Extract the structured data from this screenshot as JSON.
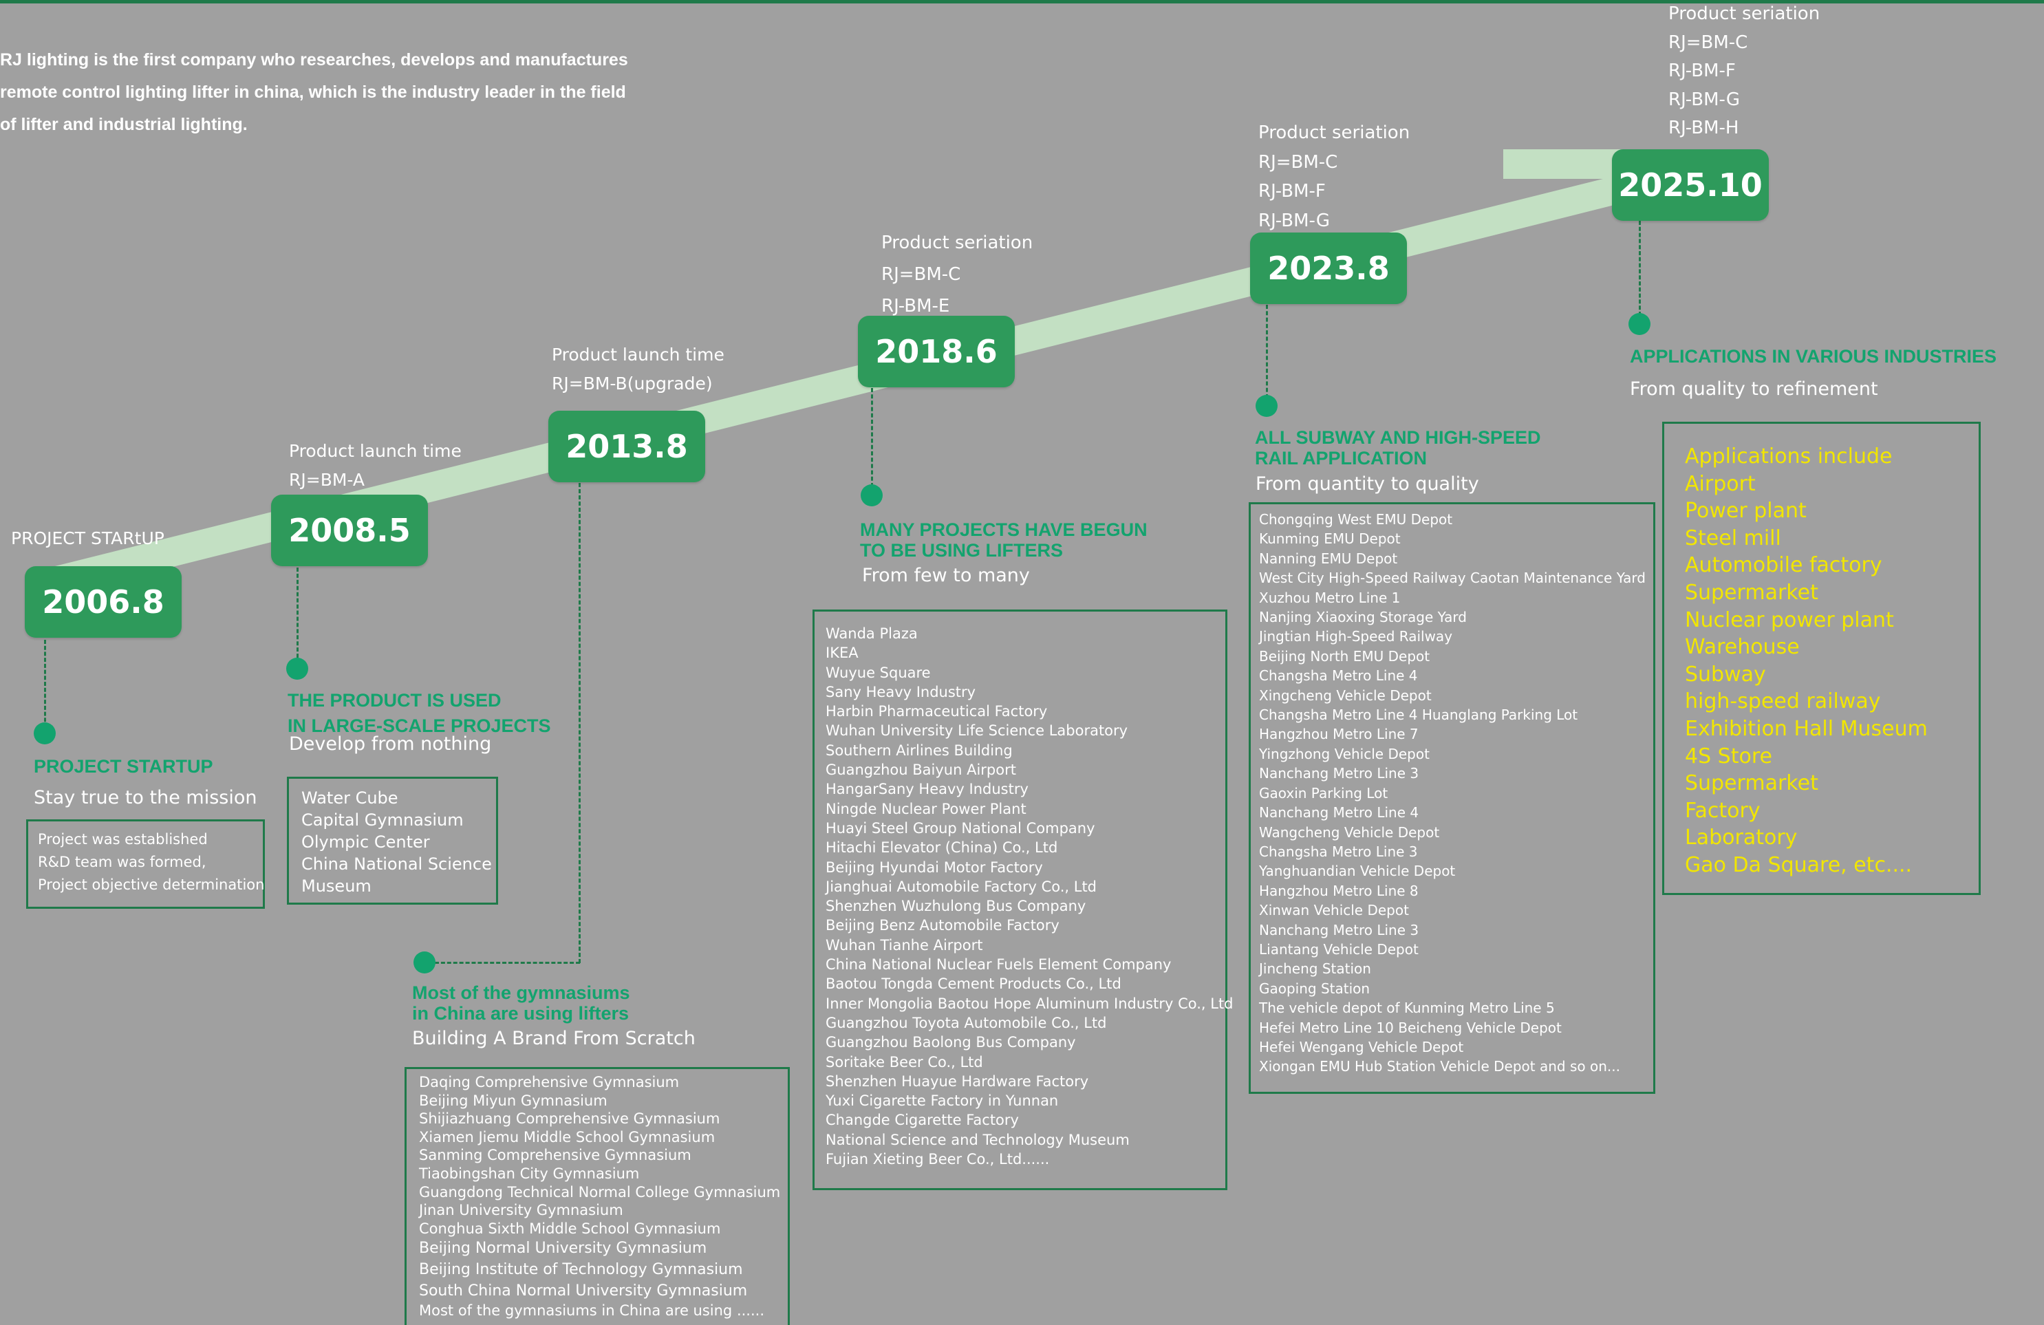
{
  "intro": [
    "RJ lighting is the first company who researches, develops and manufactures",
    "remote  control lighting lifter in china, which is the industry leader in the field",
    "of lifter and industrial lighting."
  ],
  "years": [
    "2006.8",
    "2008.5",
    "2013.8",
    "2018.6",
    "2023.8",
    "2025.10"
  ],
  "y2006": {
    "label": "PROJECT STARtUP",
    "heading": [
      "PROJECT STARTUP"
    ],
    "sub": "Stay true to the mission",
    "items": [
      "Project was established",
      "R&D team was formed,",
      "Project objective determination"
    ]
  },
  "y2008": {
    "labels": [
      "Product launch time",
      "RJ=BM-A"
    ],
    "heading": [
      "THE PRODUCT IS USED",
      "IN LARGE-SCALE PROJECTS"
    ],
    "sub": "Develop from nothing",
    "items": [
      "Water Cube",
      "Capital Gymnasium",
      "Olympic Center",
      "China National Science",
      "Museum"
    ]
  },
  "y2013": {
    "labels": [
      "Product launch time",
      "RJ=BM-B(upgrade)"
    ],
    "heading": [
      "Most of the gymnasiums",
      "in China are using lifters"
    ],
    "sub": "Building A Brand From Scratch",
    "items": [
      "Daqing Comprehensive Gymnasium",
      "Beijing Miyun Gymnasium",
      "Shijiazhuang Comprehensive Gymnasium",
      "Xiamen Jiemu Middle School Gymnasium",
      "Sanming Comprehensive Gymnasium",
      "Tiaobingshan City Gymnasium",
      "Guangdong Technical Normal College Gymnasium",
      "Jinan University Gymnasium",
      "Conghua Sixth Middle School Gymnasium",
      "Beijing Normal University Gymnasium",
      "Beijing Institute of Technology Gymnasium",
      "South China Normal University Gymnasium",
      "Most of the gymnasiums in China are using ......"
    ]
  },
  "y2018": {
    "labels": [
      "Product seriation",
      "RJ=BM-C",
      "RJ-BM-E"
    ],
    "heading": [
      "MANY PROJECTS HAVE BEGUN",
      "TO BE USING LIFTERS"
    ],
    "sub": "From few to many",
    "items": [
      "Wanda Plaza",
      "IKEA",
      "Wuyue Square",
      "Sany Heavy Industry",
      "Harbin Pharmaceutical Factory",
      "Wuhan University Life Science Laboratory",
      "Southern Airlines Building",
      "Guangzhou Baiyun Airport",
      "HangarSany Heavy Industry",
      "Ningde Nuclear Power Plant",
      "Huayi Steel Group National Company",
      "Hitachi Elevator (China) Co., Ltd",
      "Beijing Hyundai Motor Factory",
      "Jianghuai Automobile Factory Co., Ltd",
      "Shenzhen Wuzhulong Bus Company",
      "Beijing Benz Automobile Factory",
      "Wuhan Tianhe Airport",
      "China National Nuclear Fuels Element Company",
      "Baotou Tongda Cement Products Co., Ltd",
      "Inner Mongolia Baotou Hope Aluminum Industry Co., Ltd",
      "Guangzhou Toyota Automobile Co., Ltd",
      "Guangzhou Baolong Bus Company",
      "Soritake Beer Co., Ltd",
      "Shenzhen Huayue Hardware Factory",
      "Yuxi Cigarette Factory in Yunnan",
      "Changde Cigarette Factory",
      "National Science and Technology Museum",
      "Fujian Xieting Beer Co., Ltd......"
    ]
  },
  "y2023": {
    "labels": [
      "Product seriation",
      "RJ=BM-C",
      "RJ-BM-F",
      "RJ-BM-G"
    ],
    "heading": [
      "ALL SUBWAY AND HIGH-SPEED",
      "RAIL APPLICATION"
    ],
    "sub": "From quantity to quality",
    "items": [
      "Chongqing West EMU Depot",
      "Kunming EMU Depot",
      "Nanning EMU Depot",
      "West City High-Speed Railway Caotan Maintenance Yard",
      "Xuzhou Metro Line 1",
      "Nanjing Xiaoxing Storage Yard",
      "Jingtian High-Speed Railway",
      "Beijing North EMU Depot",
      "Changsha Metro Line 4",
      "Xingcheng Vehicle Depot",
      "Changsha Metro Line 4 Huanglang Parking Lot",
      "Hangzhou Metro Line 7",
      "Yingzhong Vehicle Depot",
      "Nanchang Metro Line 3",
      "Gaoxin Parking Lot",
      "Nanchang Metro Line 4",
      "Wangcheng Vehicle Depot",
      "Changsha Metro Line 3",
      "Yanghuandian Vehicle Depot",
      "Hangzhou Metro Line 8",
      "Xinwan Vehicle Depot",
      "Nanchang Metro Line 3",
      "Liantang Vehicle Depot",
      "Jincheng Station",
      "Gaoping Station",
      "The vehicle depot of Kunming Metro Line 5",
      "Hefei Metro Line 10 Beicheng Vehicle Depot",
      "Hefei Wengang Vehicle Depot",
      "Xiongan EMU Hub Station Vehicle Depot and so on..."
    ]
  },
  "y2025": {
    "labels": [
      "Product  seriation",
      "RJ=BM-C",
      "RJ-BM-F",
      "RJ-BM-G",
      "RJ-BM-H"
    ],
    "heading": [
      "APPLICATIONS IN VARIOUS INDUSTRIES"
    ],
    "sub": "From quality to refinement",
    "items": [
      "Applications include",
      "Airport",
      "Power plant",
      "Steel mill",
      "Automobile factory",
      "Supermarket",
      "Nuclear power plant",
      "Warehouse",
      "Subway",
      "high-speed railway",
      "Exhibition Hall Museum",
      "4S Store",
      "Supermarket",
      "Factory",
      "Laboratory",
      "Gao Da Square, etc...."
    ]
  }
}
